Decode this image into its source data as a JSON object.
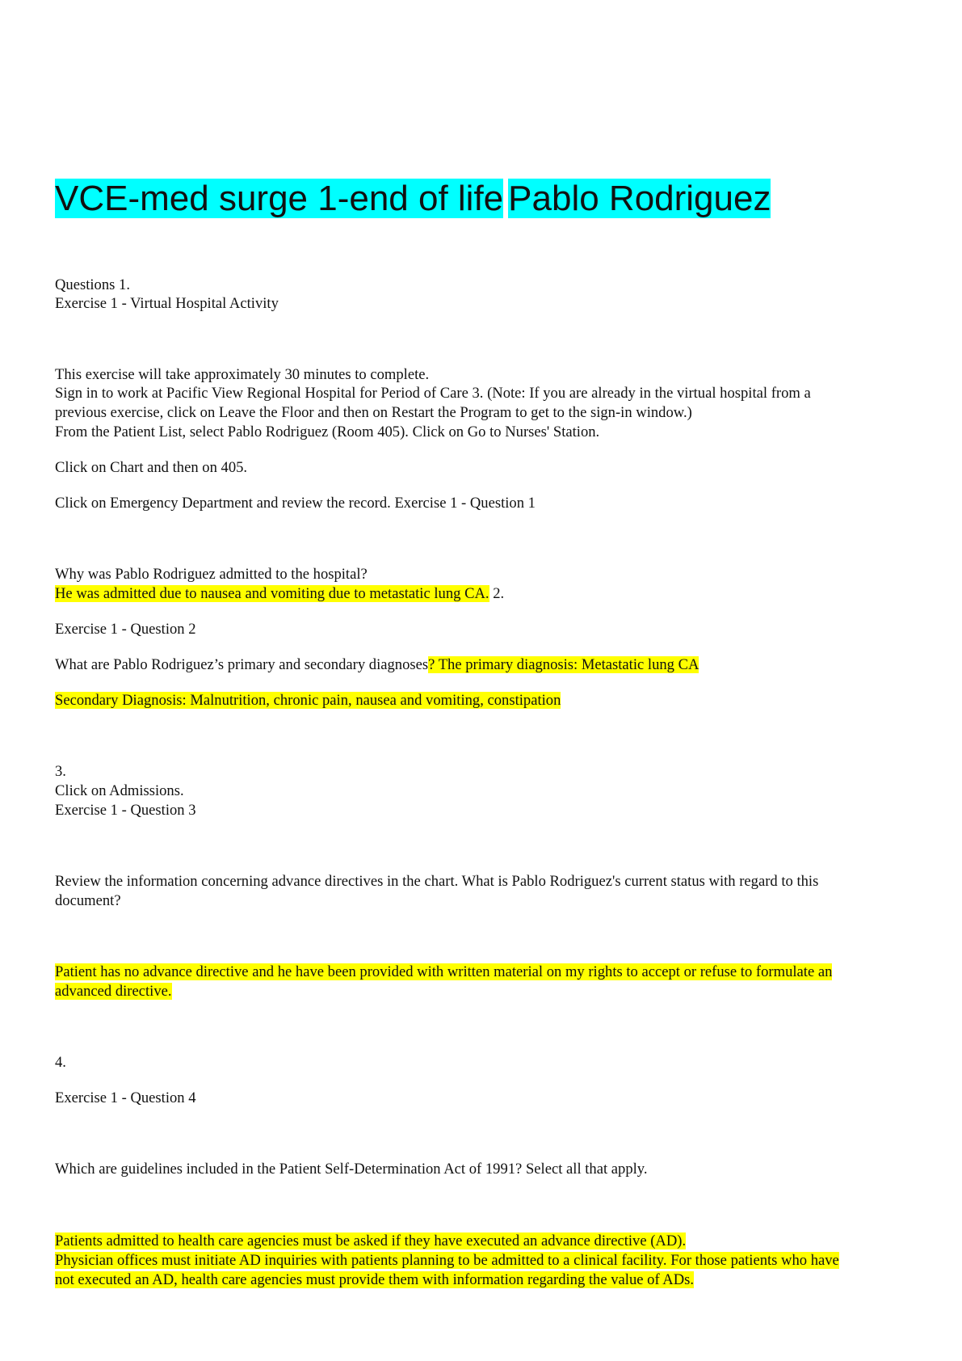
{
  "title": {
    "part1": "VCE-med surge 1-end of life",
    "part2": "Pablo Rodriguez"
  },
  "highlight_colors": {
    "title": "#00ffff",
    "answer": "#ffff00"
  },
  "intro": {
    "questions_label": "Questions 1.",
    "exercise_title": "Exercise 1 - Virtual Hospital Activity",
    "time_note": "This exercise will take approximately 30 minutes to complete.",
    "sign_in_line1": "Sign in to work at Pacific View Regional Hospital for Period of Care 3. (Note: If you are already in the virtual hospital from a",
    "sign_in_line2": "previous exercise, click on Leave the Floor and then on Restart the Program to get to the sign-in window.)",
    "patient_list": "From the Patient List, select Pablo Rodriguez (Room 405). Click on Go to Nurses' Station.",
    "chart_step": "Click on Chart and then on 405.",
    "ed_step": "Click on Emergency Department and review the record. Exercise 1 - Question 1"
  },
  "q1": {
    "question": "Why was Pablo Rodriguez admitted to the hospital?",
    "answer": "He was admitted due to nausea and vomiting due to metastatic lung CA.",
    "next_number": " 2."
  },
  "q2": {
    "label": "Exercise 1 - Question 2",
    "question": "What are Pablo Rodriguez’s primary and secondary diagnoses",
    "question_mark": "?",
    "answer_primary": " The primary diagnosis: Metastatic lung CA",
    "answer_secondary": "Secondary Diagnosis: Malnutrition, chronic pain, nausea and vomiting, constipation"
  },
  "q3": {
    "number": "3.",
    "step": "Click on Admissions.",
    "label": "Exercise 1 - Question 3",
    "question_line1": "Review the information concerning advance directives in the chart. What is Pablo Rodriguez's current status with regard to this",
    "question_line2": "document?",
    "answer_line1": "Patient has no advance directive and he have been provided with written material on my rights to accept or refuse to formulate an",
    "answer_line2": "advanced directive."
  },
  "q4": {
    "number": "4.",
    "label": "Exercise 1 - Question 4",
    "question": "Which are guidelines included in the Patient Self-Determination Act of 1991? Select all that apply.",
    "answer_line1": "Patients admitted to health care agencies must be asked if they have executed an advance directive (AD).",
    "answer_line2": "Physician offices must initiate AD inquiries with patients planning to be admitted to a clinical facility. For those patients who have",
    "answer_line3": "not executed an AD, health care agencies must provide them with information regarding the value of ADs."
  }
}
